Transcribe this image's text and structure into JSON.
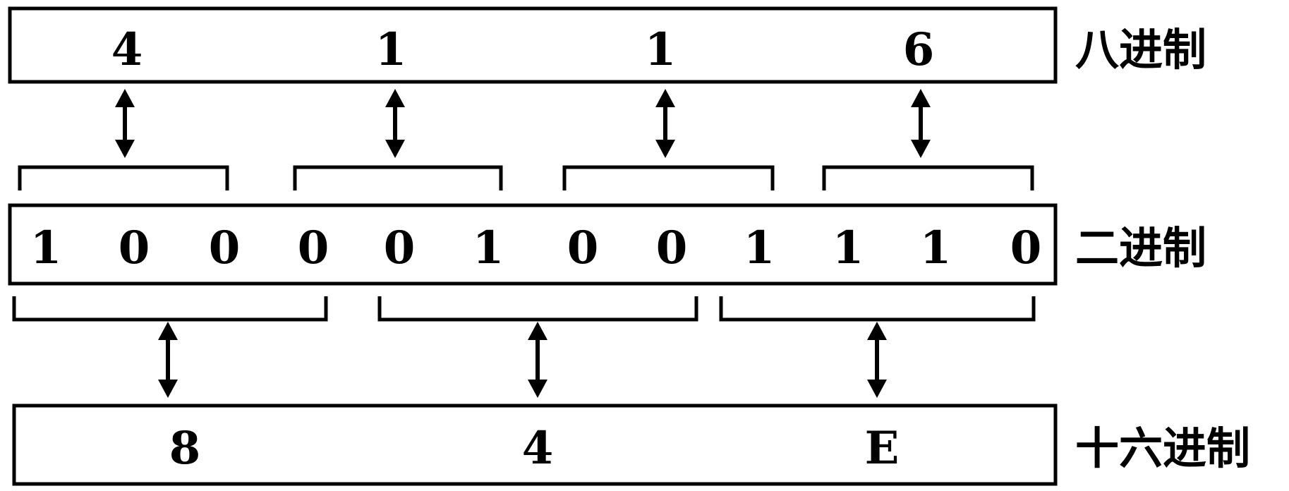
{
  "octal": {
    "label": "八进制",
    "digits": [
      "4",
      "1",
      "1",
      "6"
    ]
  },
  "binary": {
    "label": "二进制",
    "digits": [
      "1",
      "0",
      "0",
      "0",
      "0",
      "1",
      "0",
      "0",
      "1",
      "1",
      "1",
      "0"
    ]
  },
  "hex": {
    "label": "十六进制",
    "digits": [
      "8",
      "4",
      "E"
    ]
  }
}
